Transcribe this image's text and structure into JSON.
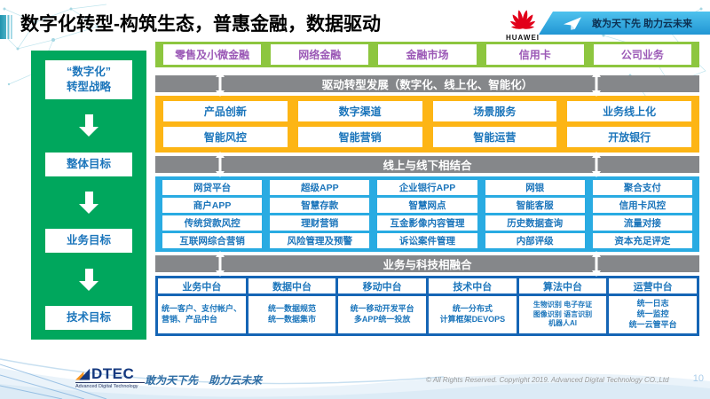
{
  "title": "数字化转型-构筑生态，普惠金融，数据驱动",
  "header": {
    "huawei_word": "HUAWEI",
    "banner_slogan": "敢为天下先 助力云未来"
  },
  "icons": {
    "huawei_logo": "huawei-flower",
    "banner_plane": "paper-plane",
    "flow_arrow": "down-arrow",
    "banner_arrow": "up-down-arrow",
    "dtec_mark": "sail-triangles"
  },
  "colors": {
    "panel_green": "#00a75d",
    "light_green": "#8dc63f",
    "yellow": "#fdb515",
    "gray_banner": "#85878a",
    "cyan": "#29abe2",
    "deep_blue": "#1565b5",
    "box_text_blue": "#1b75bb",
    "purple_text": "#9b59b6",
    "huawei_red": "#e2001a"
  },
  "left_panel": {
    "items": [
      "“数字化”\n转型战略",
      "整体目标",
      "业务目标",
      "技术目标"
    ]
  },
  "main": {
    "green_row": [
      "零售及小微金融",
      "网络金融",
      "金融市场",
      "信用卡",
      "公司业务"
    ],
    "banner1": "驱动转型发展（数字化、线上化、智能化）",
    "yellow_rows": [
      [
        "产品创新",
        "数字渠道",
        "场景服务",
        "业务线上化"
      ],
      [
        "智能风控",
        "智能营销",
        "智能运营",
        "开放银行"
      ]
    ],
    "banner2": "线上与线下相结合",
    "blue_grid": [
      [
        "网贷平台",
        "超级APP",
        "企业银行APP",
        "网银",
        "聚合支付"
      ],
      [
        "商户APP",
        "智慧存款",
        "智慧网点",
        "智能客服",
        "信用卡风控"
      ],
      [
        "传统贷款风控",
        "理财营销",
        "互金影像内容管理",
        "历史数据查询",
        "流量对接"
      ],
      [
        "互联网综合营销",
        "风险管理及预警",
        "诉讼案件管理",
        "内部评级",
        "资本充足评定"
      ]
    ],
    "banner3": "业务与科技相融合",
    "platforms": [
      {
        "header": "业务中台",
        "body": "统一客户、支付帐户、营销、产品中台"
      },
      {
        "header": "数据中台",
        "body": "统一数据规范\n统一数据集市"
      },
      {
        "header": "移动中台",
        "body": "统一移动开发平台\n多APP统一投放"
      },
      {
        "header": "技术中台",
        "body": "统一分布式\n计算框架DEVOPS"
      },
      {
        "header": "算法中台",
        "body": "生物识别 电子存证\n图像识别 语言识别\n机器人AI"
      },
      {
        "header": "运营中台",
        "body": "统一日志\n统一监控\n统一云管平台"
      }
    ]
  },
  "footer": {
    "logo_word": "DTEC",
    "logo_caption": "Advanced Digital Technology",
    "slogan": "敢为天下先　助力云未来",
    "copyright": "© All Rights Reserved. Copyright 2019. Advanced Digital Technology CO.,Ltd",
    "page_number": "10"
  }
}
